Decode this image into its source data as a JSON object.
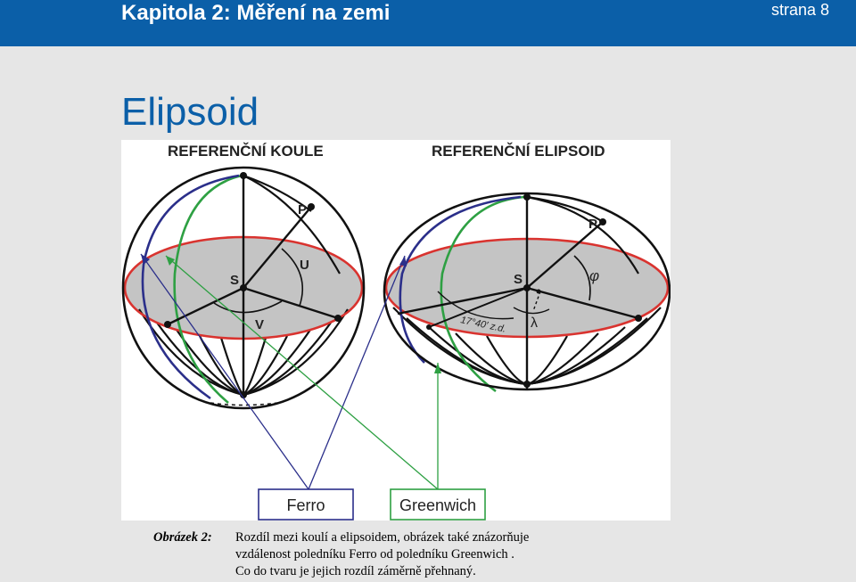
{
  "header": {
    "title": "Kapitola 2: Měření na zemi",
    "page": "strana 8"
  },
  "slide": {
    "title": "Elipsoid"
  },
  "figure": {
    "left_heading": "REFERENČNÍ KOULE",
    "right_heading": "REFERENČNÍ ELIPSOID",
    "labels": {
      "sphere_center": "S",
      "sphere_point": "P",
      "sphere_angle_u": "U",
      "sphere_angle_v": "V",
      "ellipsoid_center": "S",
      "ellipsoid_point": "P",
      "ellipsoid_phi": "φ",
      "ellipsoid_lambda": "λ",
      "offset_angle": "17°40′ z.d."
    },
    "meridian_labels": {
      "ferro": "Ferro",
      "greenwich": "Greenwich"
    },
    "colors": {
      "equator": "#d9332f",
      "ferro": "#2b2f8a",
      "greenwich": "#2ea043",
      "plane_fill": "#c4c4c4"
    }
  },
  "caption": {
    "label": "Obrázek 2:",
    "line1": "Rozdíl mezi koulí a elipsoidem, obrázek také znázorňuje",
    "line2": "vzdálenost poledníku Ferro od poledníku Greenwich .",
    "line3": "Co do tvaru je jejich rozdíl záměrně přehnaný."
  }
}
